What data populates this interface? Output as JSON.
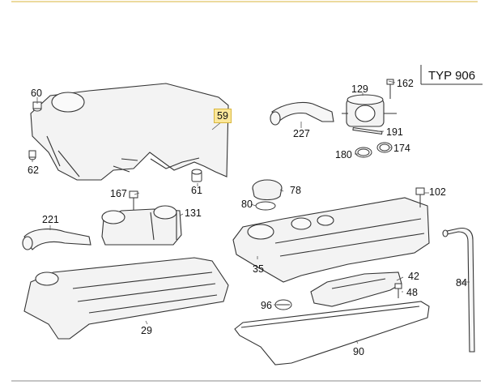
{
  "diagram": {
    "model_label": "TYP 906",
    "highlight_color": "#fbe79a",
    "callouts": [
      {
        "id": "59",
        "label": "59",
        "highlighted": true
      },
      {
        "id": "60",
        "label": "60"
      },
      {
        "id": "62",
        "label": "62"
      },
      {
        "id": "61",
        "label": "61"
      },
      {
        "id": "129",
        "label": "129"
      },
      {
        "id": "162",
        "label": "162"
      },
      {
        "id": "227",
        "label": "227"
      },
      {
        "id": "191",
        "label": "191"
      },
      {
        "id": "180",
        "label": "180"
      },
      {
        "id": "174",
        "label": "174"
      },
      {
        "id": "167",
        "label": "167"
      },
      {
        "id": "131",
        "label": "131"
      },
      {
        "id": "221",
        "label": "221"
      },
      {
        "id": "78",
        "label": "78"
      },
      {
        "id": "80",
        "label": "80"
      },
      {
        "id": "102",
        "label": "102"
      },
      {
        "id": "35",
        "label": "35"
      },
      {
        "id": "42",
        "label": "42"
      },
      {
        "id": "48",
        "label": "48"
      },
      {
        "id": "84",
        "label": "84"
      },
      {
        "id": "96",
        "label": "96"
      },
      {
        "id": "29",
        "label": "29"
      },
      {
        "id": "90",
        "label": "90"
      }
    ]
  }
}
